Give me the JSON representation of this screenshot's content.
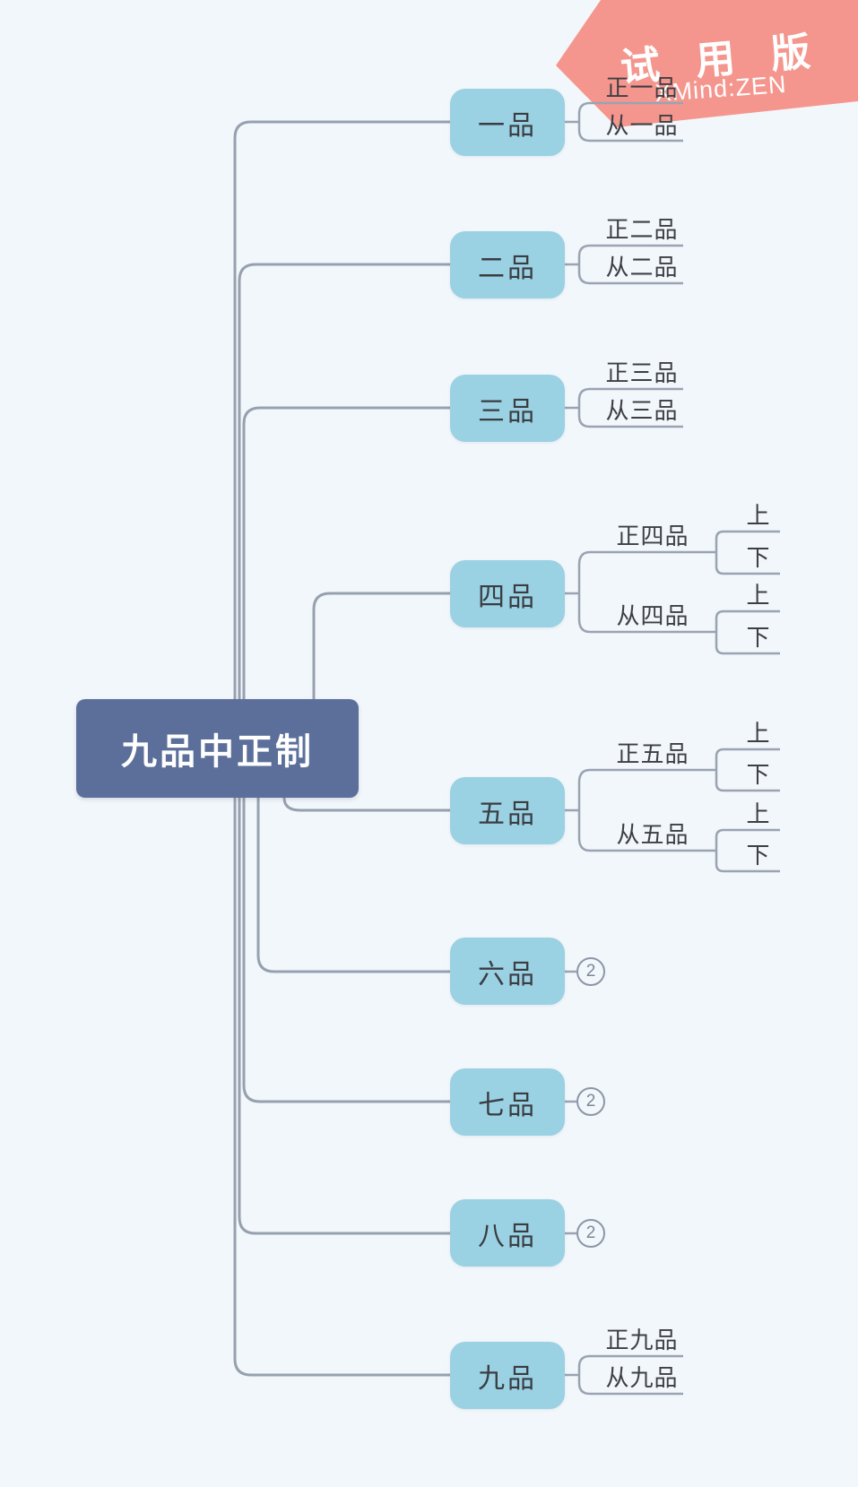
{
  "banner": {
    "trial_label": "试 用 版",
    "watermark": "XMind:ZEN",
    "color": "#f5968e"
  },
  "root": {
    "label": "九品中正制"
  },
  "branches": [
    {
      "label": "一品",
      "children": [
        {
          "label": "正一品"
        },
        {
          "label": "从一品"
        }
      ]
    },
    {
      "label": "二品",
      "children": [
        {
          "label": "正二品"
        },
        {
          "label": "从二品"
        }
      ]
    },
    {
      "label": "三品",
      "children": [
        {
          "label": "正三品"
        },
        {
          "label": "从三品"
        }
      ]
    },
    {
      "label": "四品",
      "children": [
        {
          "label": "正四品",
          "children": [
            {
              "label": "上"
            },
            {
              "label": "下"
            }
          ]
        },
        {
          "label": "从四品",
          "children": [
            {
              "label": "上"
            },
            {
              "label": "下"
            }
          ]
        }
      ]
    },
    {
      "label": "五品",
      "children": [
        {
          "label": "正五品",
          "children": [
            {
              "label": "上"
            },
            {
              "label": "下"
            }
          ]
        },
        {
          "label": "从五品",
          "children": [
            {
              "label": "上"
            },
            {
              "label": "下"
            }
          ]
        }
      ]
    },
    {
      "label": "六品",
      "collapsed_count": "2"
    },
    {
      "label": "七品",
      "collapsed_count": "2"
    },
    {
      "label": "八品",
      "collapsed_count": "2"
    },
    {
      "label": "九品",
      "children": [
        {
          "label": "正九品"
        },
        {
          "label": "从九品"
        }
      ]
    }
  ],
  "colors": {
    "background": "#f2f7fb",
    "root_fill": "#5b6f9a",
    "branch_fill": "#9ad1e3",
    "connector": "#98a1b0",
    "banner": "#f5968e"
  }
}
